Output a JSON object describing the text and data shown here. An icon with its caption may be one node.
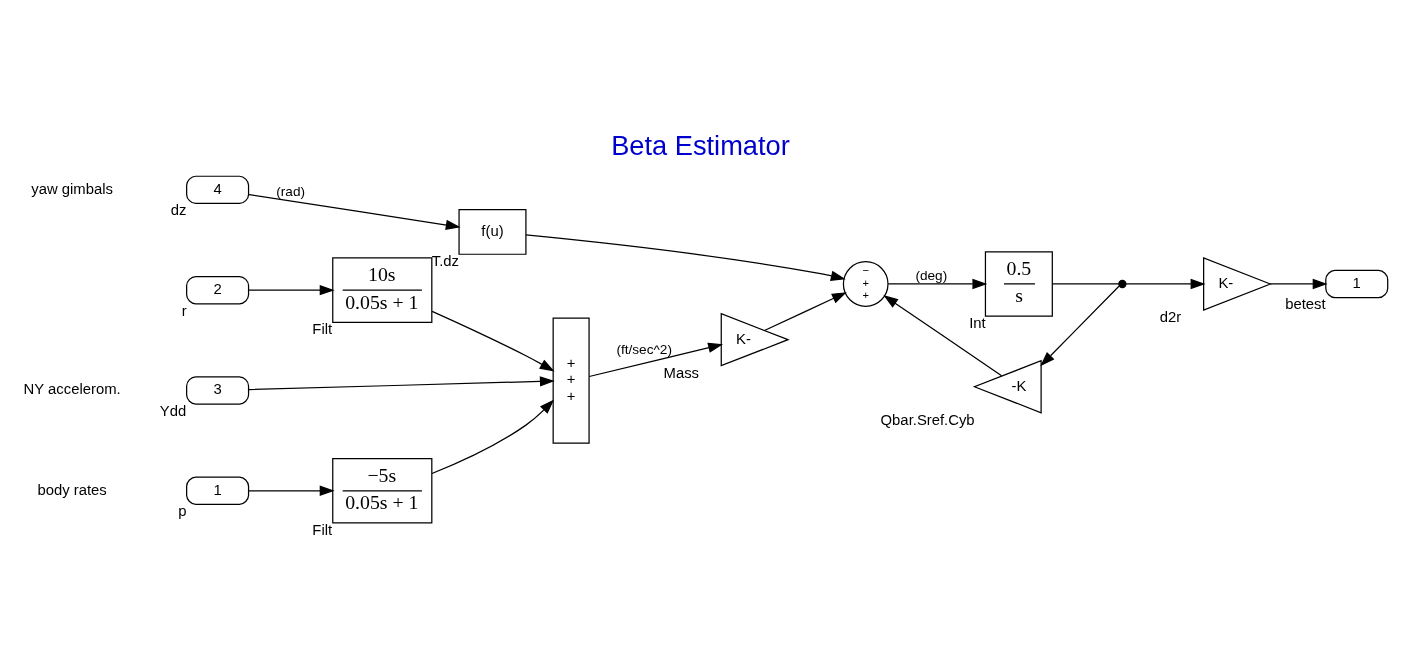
{
  "diagram": {
    "title": "Beta Estimator",
    "nodes": [
      {
        "text": [
          "2"
        ],
        "beside": [
          "r"
        ]
      },
      {
        "text": [
          "1"
        ],
        "beside": [
          "p"
        ]
      },
      {
        "text": [
          "10s",
          "0.05s + 1"
        ],
        "beside": [
          "Filt"
        ]
      },
      {
        "text": [
          "−5s",
          "0.05s + 1"
        ],
        "beside": [
          "Filt"
        ]
      },
      {
        "text": [
          "+",
          "+",
          "+"
        ]
      },
      {
        "text": [
          "K-"
        ],
        "beside": [
          "Mass"
        ]
      },
      {
        "text": [
          "3"
        ],
        "beside": [
          "Ydd"
        ]
      },
      {
        "text": [
          "4"
        ],
        "beside": [
          "dz"
        ]
      },
      {
        "text": [
          "f(u)"
        ],
        "beside": [
          "T.dz"
        ]
      },
      {
        "text": [
          "−",
          "+",
          "+"
        ]
      },
      {
        "text": [
          "0.5",
          "s"
        ],
        "beside": [
          "Int"
        ]
      },
      {
        "text": [],
        "shape": "point"
      },
      {
        "text": [
          "K-"
        ],
        "beside": [
          "d2r"
        ]
      },
      {
        "text": [
          "1"
        ],
        "beside": [
          "betest"
        ]
      },
      {
        "text": [
          "-K"
        ],
        "beside": [
          "Qbar.Sref.Cyb"
        ]
      }
    ],
    "edges": [
      {
        "from": 0,
        "to": 2,
        "arrow": "to"
      },
      {
        "from": 1,
        "to": 3,
        "arrow": "to"
      },
      {
        "from": 3,
        "to": 4,
        "arrow": "to"
      },
      {
        "from": 2,
        "to": 4,
        "arrow": "to"
      },
      {
        "from": 6,
        "to": 4,
        "arrow": "to"
      },
      {
        "from": 4,
        "to": 5,
        "label": "(ft/sec^2)",
        "arrow": "to"
      },
      {
        "from": 5,
        "to": 9,
        "arrow": "to"
      },
      {
        "from": 7,
        "to": 8,
        "label": "(rad)",
        "arrow": "to"
      },
      {
        "from": 8,
        "to": 9,
        "arrow": "to"
      },
      {
        "from": 9,
        "to": 10,
        "label": "(deg)",
        "arrow": "to"
      },
      {
        "from": 10,
        "to": 11,
        "arrow": "none"
      },
      {
        "from": 11,
        "to": 12,
        "arrow": "to"
      },
      {
        "from": 12,
        "to": 13,
        "arrow": "to"
      },
      {
        "from": 11,
        "to": 14,
        "arrow": "to"
      },
      {
        "from": 14,
        "to": 9,
        "arrow": "to"
      }
    ],
    "labels": [
      "body rates",
      "NY accelerom.",
      "yaw gimbals"
    ]
  }
}
